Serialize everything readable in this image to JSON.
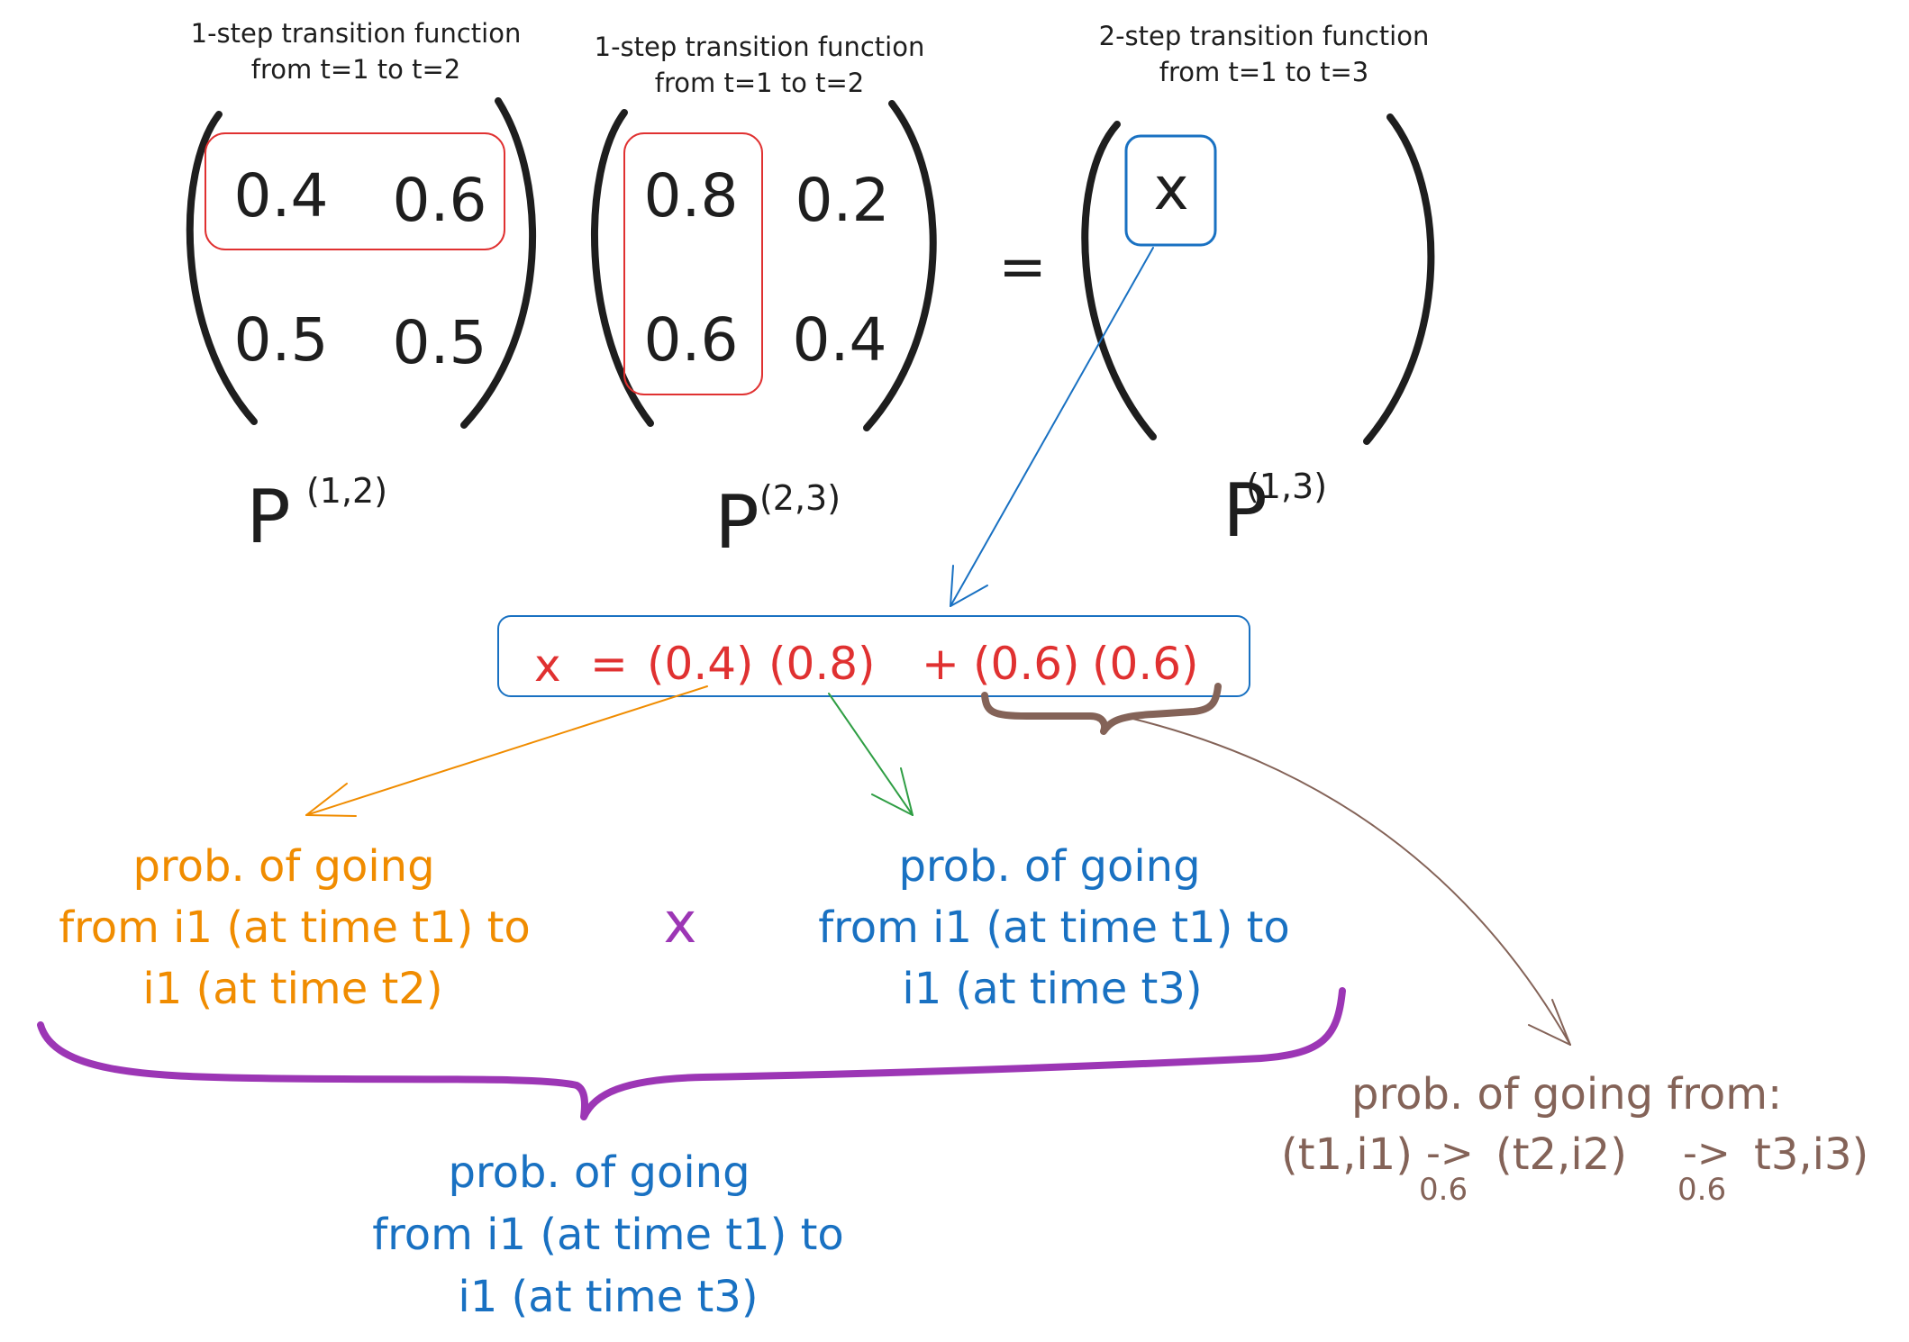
{
  "headers": {
    "m1_line1": "1-step transition function",
    "m1_line2": "from t=1 to t=2",
    "m2_line1": "1-step transition function",
    "m2_line2": "from t=1 to t=2",
    "m3_line1": "2-step transition function",
    "m3_line2": "from t=1 to t=3"
  },
  "matrix1": {
    "cells": [
      "0.4",
      "0.6",
      "0.5",
      "0.5"
    ],
    "label": "P",
    "superscript": "(1,2)"
  },
  "matrix2": {
    "cells": [
      "0.8",
      "0.2",
      "0.6",
      "0.4"
    ],
    "label": "P",
    "superscript": "(2,3)"
  },
  "equals": "=",
  "matrix3": {
    "cell": "x",
    "label": "P",
    "superscript": "(1,3)"
  },
  "formula": {
    "x": "x",
    "eq": "=",
    "t1": "(0.4)",
    "t2": "(0.8)",
    "plus": "+",
    "t3": "(0.6)",
    "t4": "(0.6)"
  },
  "orange_text": [
    "prob. of going",
    "from i1 (at time t1) to",
    "i1 (at time t2)"
  ],
  "times_symbol": "x",
  "blue_right_text": [
    "prob. of going",
    "from i1 (at time t1) to",
    "i1 (at time t3)"
  ],
  "blue_bottom_text": [
    "prob. of going",
    "from i1 (at time t1) to",
    "i1 (at time t3)"
  ],
  "brown_text": {
    "line1": "prob. of going from:",
    "line2a": "(t1,i1)",
    "arrow1": "->",
    "line2b": "(t2,i2)",
    "arrow2": "->",
    "line2c": "t3,i3)",
    "sub1": "0.6",
    "sub2": "0.6"
  },
  "colors": {
    "black": "#1e1e1e",
    "red": "#e03131",
    "blue": "#1971c2",
    "orange": "#f08c00",
    "green": "#2f9e44",
    "purple": "#9c36b5",
    "brown": "#846358"
  }
}
